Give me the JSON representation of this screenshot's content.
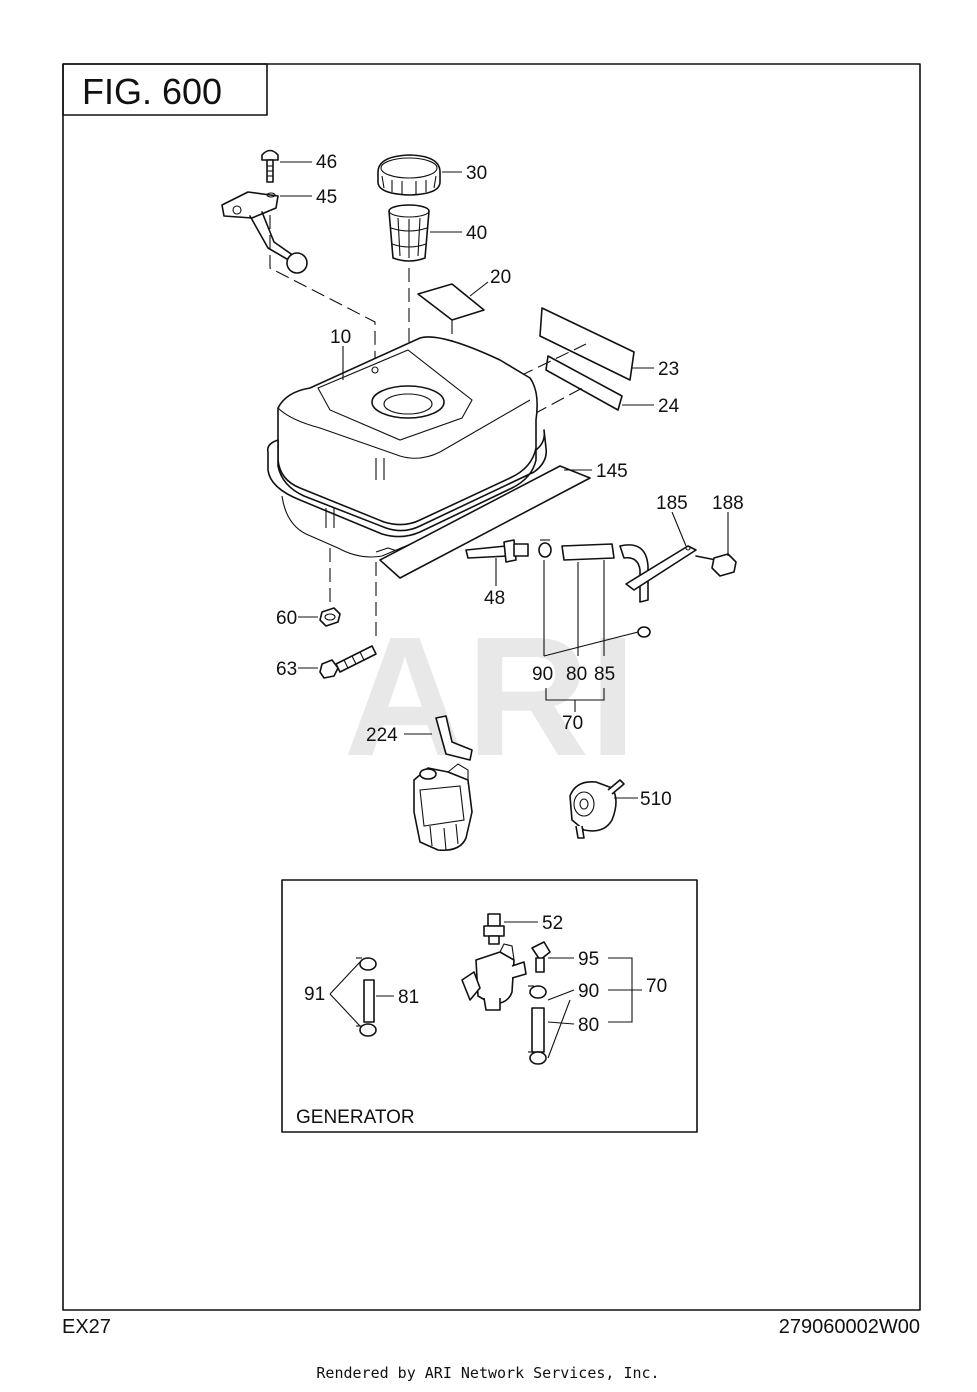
{
  "figure": {
    "title": "FIG. 600",
    "model": "EX27",
    "drawing_number": "279060002W00",
    "footer": "Rendered by ARI Network Services, Inc.",
    "watermark": "ARI",
    "inset_title": "GENERATOR"
  },
  "callouts": {
    "c46": "46",
    "c45": "45",
    "c30": "30",
    "c40": "40",
    "c20": "20",
    "c10": "10",
    "c23": "23",
    "c24": "24",
    "c145": "145",
    "c185": "185",
    "c188": "188",
    "c48": "48",
    "c60": "60",
    "c63": "63",
    "c90": "90",
    "c80": "80",
    "c85": "85",
    "c70": "70",
    "c224": "224",
    "c510": "510"
  },
  "inset_callouts": {
    "c52": "52",
    "c95": "95",
    "c90": "90",
    "c70": "70",
    "c80": "80",
    "c91": "91",
    "c81": "81"
  },
  "colors": {
    "ink": "#111111",
    "watermark": "#e6e6e6",
    "background": "#ffffff"
  }
}
